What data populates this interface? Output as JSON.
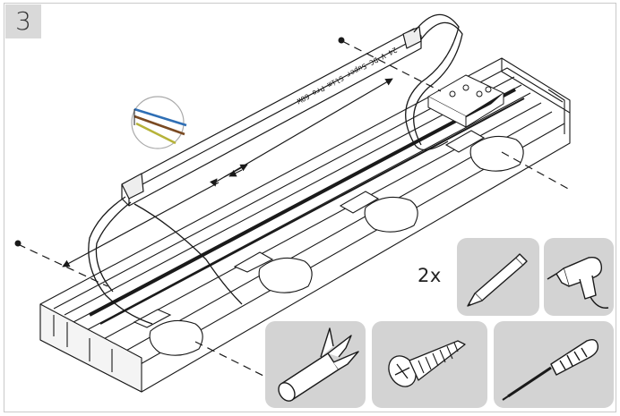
{
  "step": {
    "number": "3"
  },
  "tools": {
    "quantity": "2x",
    "items": [
      {
        "icon": "pencil-icon"
      },
      {
        "icon": "drill-icon"
      },
      {
        "icon": "wall-plug-icon"
      },
      {
        "icon": "screw-icon"
      },
      {
        "icon": "screwdriver-icon"
      }
    ]
  },
  "driver": {
    "label": "24 V DC Super Slim Pro 60W"
  },
  "colors": {
    "frame": "#c9c9c9",
    "badge": "#d9d9d9",
    "tile": "#d3d3d3",
    "line": "#1a1a1a",
    "wire_blue": "#2f6fb5",
    "wire_brown": "#7a4a22",
    "wire_yellow_green": "#b7b33a"
  }
}
